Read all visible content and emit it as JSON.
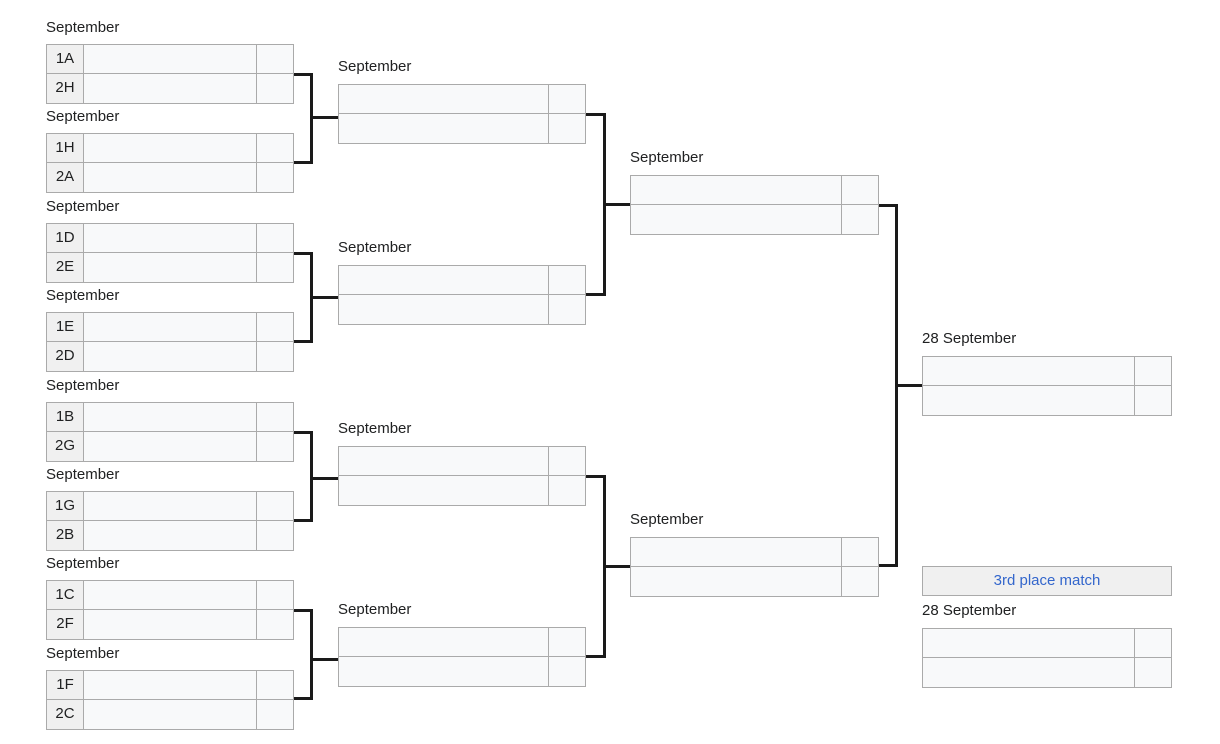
{
  "colors": {
    "link": "#3366cc",
    "cell_bg": "#f8f9fa",
    "seed_bg": "#f0f0f0",
    "cell_border": "#aaaaaa",
    "line": "#1a1a1a",
    "text": "#202122"
  },
  "labels": {
    "september": "September",
    "final_date": "28 September",
    "third_place_date": "28 September",
    "third_place_match": "3rd place match"
  },
  "rounds": {
    "round_of_16": {
      "matches": [
        {
          "date": "September",
          "top": {
            "seed": "1A",
            "team": "",
            "score": ""
          },
          "bottom": {
            "seed": "2H",
            "team": "",
            "score": ""
          }
        },
        {
          "date": "September",
          "top": {
            "seed": "1H",
            "team": "",
            "score": ""
          },
          "bottom": {
            "seed": "2A",
            "team": "",
            "score": ""
          }
        },
        {
          "date": "September",
          "top": {
            "seed": "1D",
            "team": "",
            "score": ""
          },
          "bottom": {
            "seed": "2E",
            "team": "",
            "score": ""
          }
        },
        {
          "date": "September",
          "top": {
            "seed": "1E",
            "team": "",
            "score": ""
          },
          "bottom": {
            "seed": "2D",
            "team": "",
            "score": ""
          }
        },
        {
          "date": "September",
          "top": {
            "seed": "1B",
            "team": "",
            "score": ""
          },
          "bottom": {
            "seed": "2G",
            "team": "",
            "score": ""
          }
        },
        {
          "date": "September",
          "top": {
            "seed": "1G",
            "team": "",
            "score": ""
          },
          "bottom": {
            "seed": "2B",
            "team": "",
            "score": ""
          }
        },
        {
          "date": "September",
          "top": {
            "seed": "1C",
            "team": "",
            "score": ""
          },
          "bottom": {
            "seed": "2F",
            "team": "",
            "score": ""
          }
        },
        {
          "date": "September",
          "top": {
            "seed": "1F",
            "team": "",
            "score": ""
          },
          "bottom": {
            "seed": "2C",
            "team": "",
            "score": ""
          }
        }
      ]
    },
    "quarter_finals": {
      "matches": [
        {
          "date": "September",
          "top": {
            "team": "",
            "score": ""
          },
          "bottom": {
            "team": "",
            "score": ""
          }
        },
        {
          "date": "September",
          "top": {
            "team": "",
            "score": ""
          },
          "bottom": {
            "team": "",
            "score": ""
          }
        },
        {
          "date": "September",
          "top": {
            "team": "",
            "score": ""
          },
          "bottom": {
            "team": "",
            "score": ""
          }
        },
        {
          "date": "September",
          "top": {
            "team": "",
            "score": ""
          },
          "bottom": {
            "team": "",
            "score": ""
          }
        }
      ]
    },
    "semi_finals": {
      "matches": [
        {
          "date": "September",
          "top": {
            "team": "",
            "score": ""
          },
          "bottom": {
            "team": "",
            "score": ""
          }
        },
        {
          "date": "September",
          "top": {
            "team": "",
            "score": ""
          },
          "bottom": {
            "team": "",
            "score": ""
          }
        }
      ]
    },
    "final": {
      "match": {
        "date": "28 September",
        "top": {
          "team": "",
          "score": ""
        },
        "bottom": {
          "team": "",
          "score": ""
        }
      }
    },
    "third_place": {
      "header": "3rd place match",
      "match": {
        "date": "28 September",
        "top": {
          "team": "",
          "score": ""
        },
        "bottom": {
          "team": "",
          "score": ""
        }
      }
    }
  }
}
